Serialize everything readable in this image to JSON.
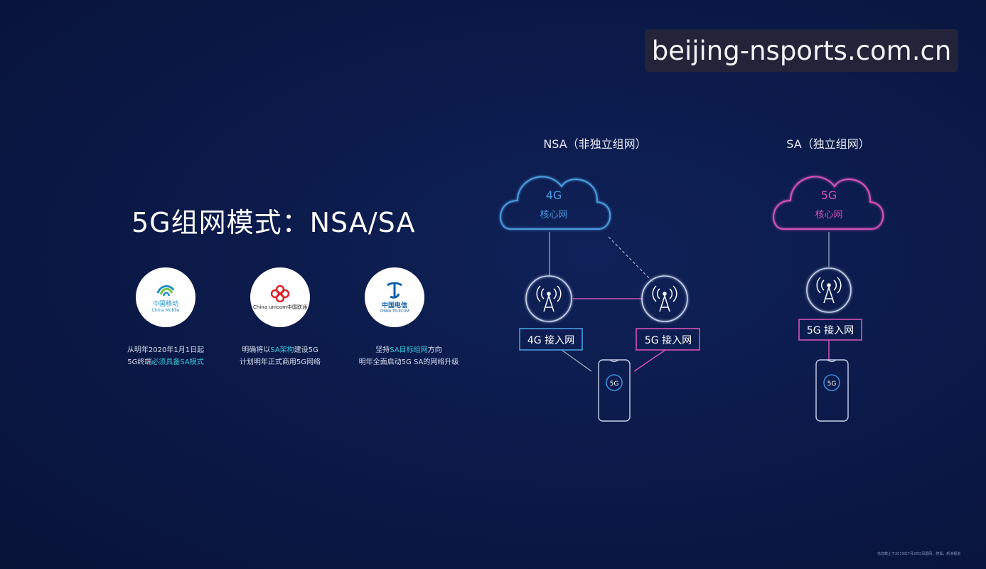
{
  "watermark": "beijing-nsports.com.cn",
  "slide_title": "5G组网模式：NSA/SA",
  "operators": [
    {
      "logo_text": "中国移动",
      "logo_subtext": "China Mobile",
      "caption_line1": "从明年2020年1月1日起",
      "caption_line2_pre": "5G终端",
      "caption_line2_hl": "必须具备SA模式",
      "caption_line2_post": ""
    },
    {
      "logo_text": "China unicom中国联通",
      "caption_line1_pre": "明确将以",
      "caption_line1_hl": "SA架构",
      "caption_line1_post": "建设5G",
      "caption_line2": "计划明年正式商用5G网络"
    },
    {
      "logo_text": "中国电信",
      "logo_subtext": "CHINA TELECOM",
      "caption_line1_pre": "坚持",
      "caption_line1_hl": "SA目标组网",
      "caption_line1_post": "方向",
      "caption_line2": "明年全面启动5G SA的网络升级"
    }
  ],
  "nsa": {
    "heading": "NSA（非独立组网）",
    "core_label": "4G",
    "core_sub": "核心网",
    "access_4g": "4G 接入网",
    "access_5g": "5G 接入网",
    "phone_badge": "5G"
  },
  "sa": {
    "heading": "SA（独立组网）",
    "core_label": "5G",
    "core_sub": "核心网",
    "access": "5G 接入网",
    "phone_badge": "5G"
  },
  "colors": {
    "background": "#0b1a4a",
    "nsa_blue": "#4a9be0",
    "sa_pink": "#d452b8",
    "link_gray": "#a9b3cc",
    "highlight": "#3cc7d9"
  },
  "footnote": "信息截止于2019年7月26日凤凰网，搜狐，新浪报道"
}
